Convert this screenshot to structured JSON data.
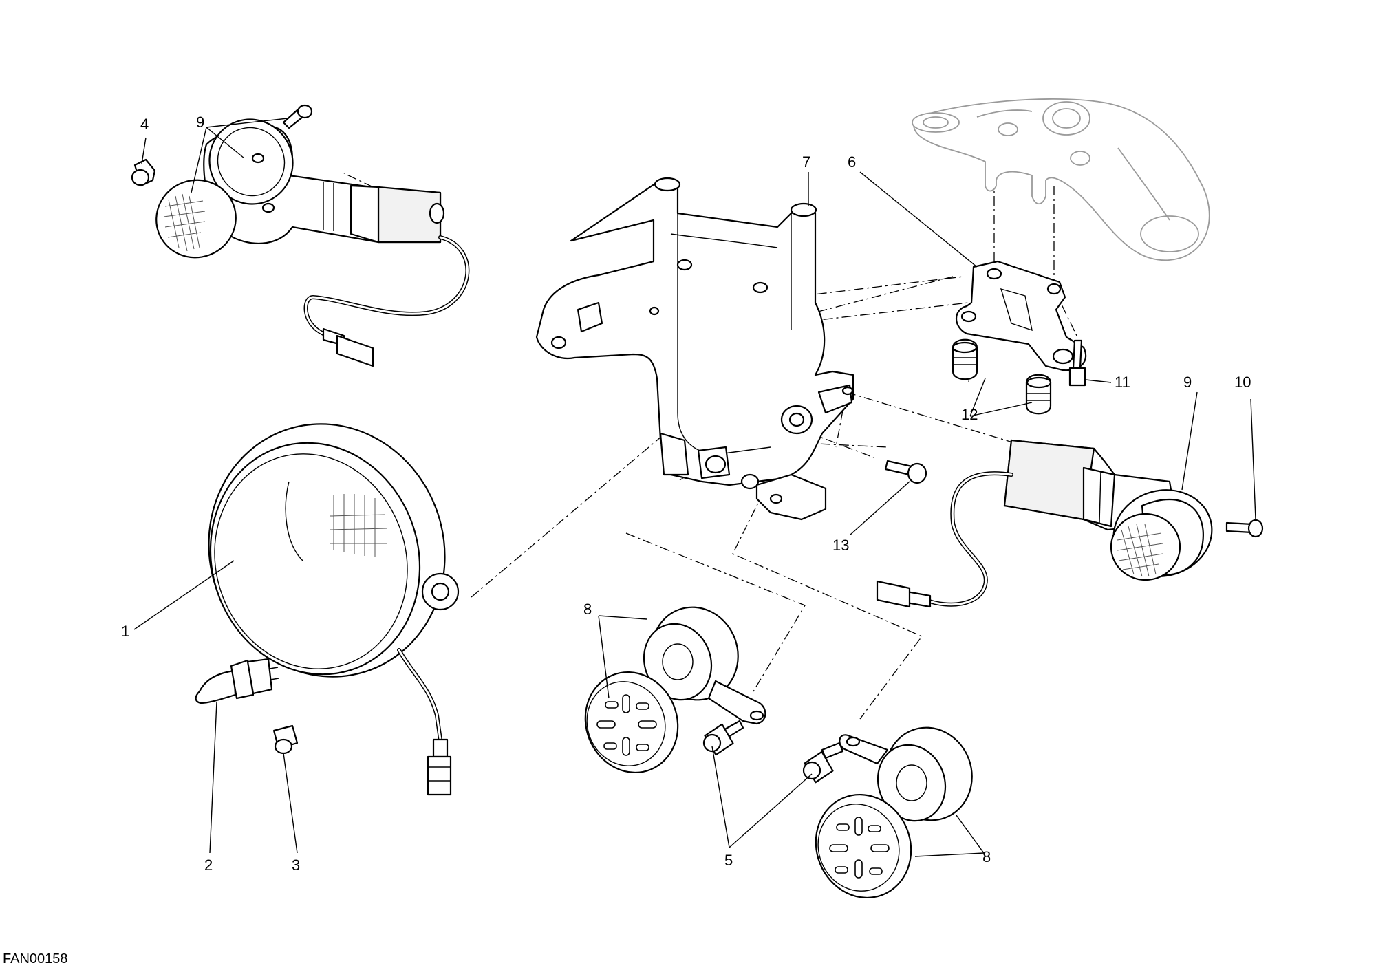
{
  "drawing_code": "FAN00158",
  "callouts": {
    "c1": "1",
    "c2": "2",
    "c3": "3",
    "c4": "4",
    "c5": "5",
    "c6": "6",
    "c7": "7",
    "c8a": "8",
    "c8b": "8",
    "c9a": "9",
    "c9b": "9",
    "c10": "10",
    "c11": "11",
    "c12": "12",
    "c13": "13"
  }
}
